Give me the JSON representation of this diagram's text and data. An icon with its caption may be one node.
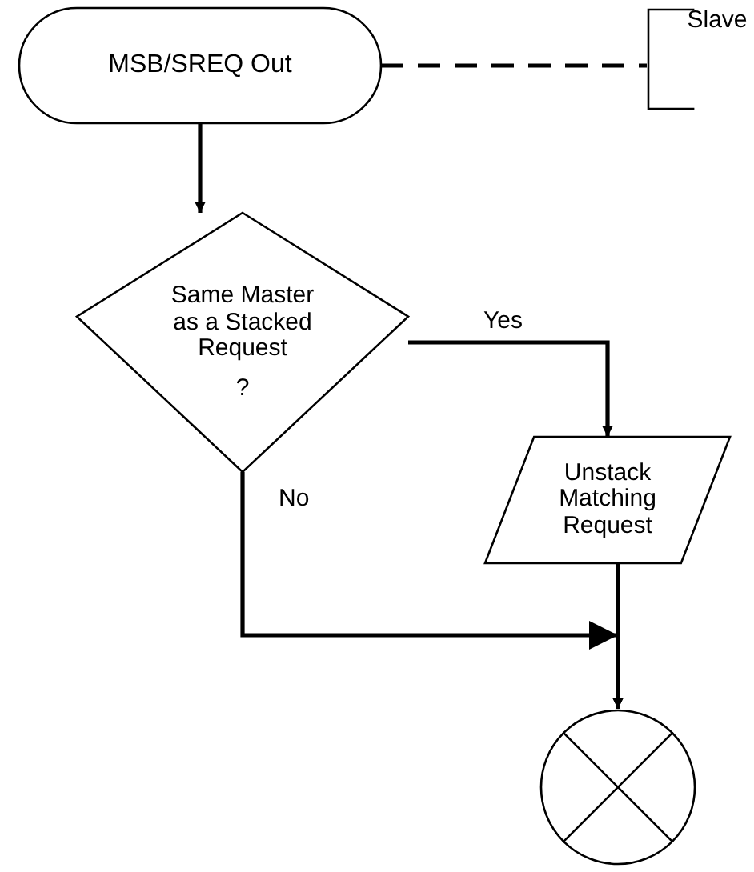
{
  "diagram": {
    "nodes": [
      {
        "text": [
          "MSB/SREQ Out"
        ]
      },
      {
        "text": [
          "Slave"
        ]
      },
      {
        "text": [
          "Same Master as a Stacked Request",
          "?"
        ]
      },
      {
        "text": [
          "Unstack Matching Request"
        ]
      },
      {
        "text": [],
        "shape": "circle"
      }
    ],
    "edges": [
      {
        "from": 0,
        "to": 1,
        "arrow": "none",
        "style": "dashed"
      },
      {
        "from": 0,
        "to": 2,
        "arrow": "to"
      },
      {
        "from": 2,
        "to": 3,
        "arrow": "to",
        "label": "Yes"
      },
      {
        "from": 2,
        "to": 4,
        "arrow": "to",
        "label": "No"
      },
      {
        "from": 3,
        "to": 4,
        "arrow": "to"
      }
    ]
  }
}
